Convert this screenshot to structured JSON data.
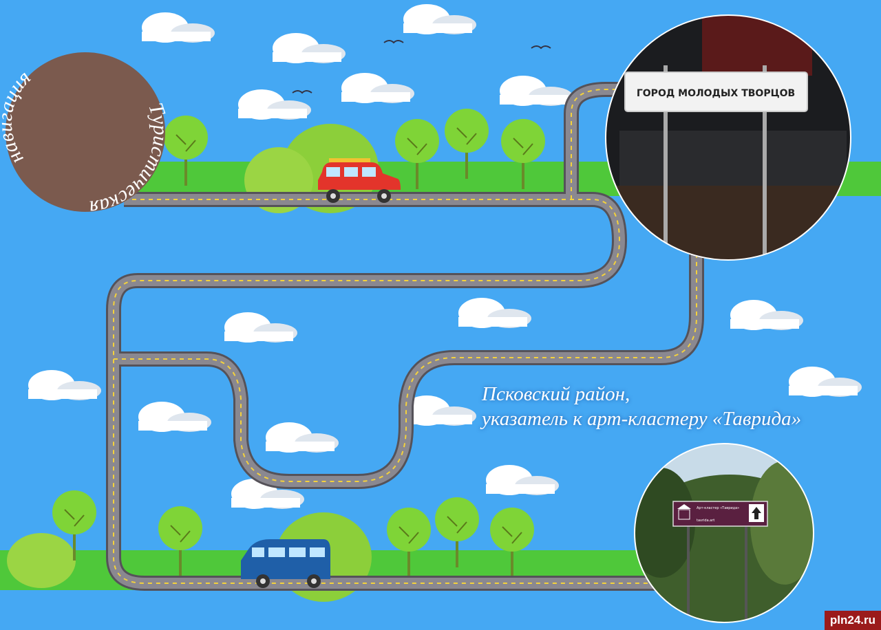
{
  "title_badge": {
    "line1": "Туристическая",
    "line2": "навигация",
    "color": "#7b5a4e"
  },
  "caption": {
    "line1": "Псковский район,",
    "line2": "указатель к арт-кластеру «Таврида»"
  },
  "photo_top": {
    "sign_text": "ГОРОД МОЛОДЫХ ТВОРЦОВ"
  },
  "photo_bottom": {
    "sign_title": "Арт-кластер «Таврида»",
    "sign_url": "tavrida.art",
    "icon": "museum-icon"
  },
  "watermark": "pln24.ru",
  "colors": {
    "sky": "#45a8f3",
    "grass": "#4fc83a",
    "road": "#7d7b84",
    "dash": "#f4d23c"
  }
}
